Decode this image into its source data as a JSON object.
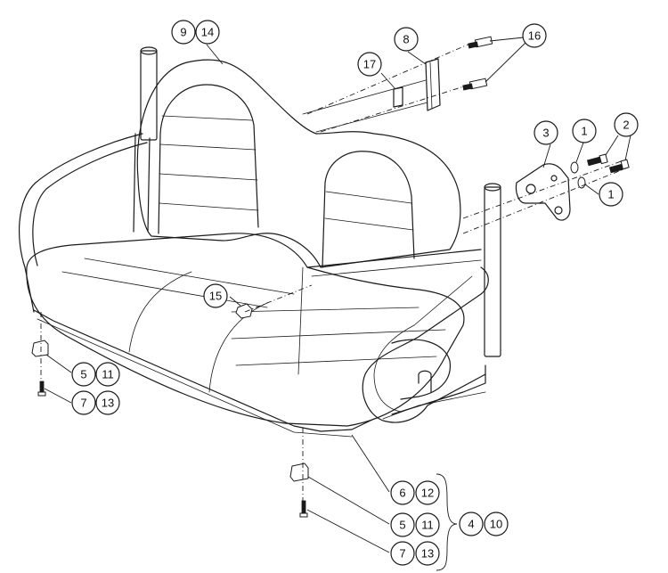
{
  "callouts": [
    {
      "id": "c-9",
      "label": "9"
    },
    {
      "id": "c-14",
      "label": "14"
    },
    {
      "id": "c-8",
      "label": "8"
    },
    {
      "id": "c-16",
      "label": "16"
    },
    {
      "id": "c-17",
      "label": "17"
    },
    {
      "id": "c-3",
      "label": "3"
    },
    {
      "id": "c-1a",
      "label": "1"
    },
    {
      "id": "c-2",
      "label": "2"
    },
    {
      "id": "c-1b",
      "label": "1"
    },
    {
      "id": "c-15",
      "label": "15"
    },
    {
      "id": "c-5a",
      "label": "5"
    },
    {
      "id": "c-11a",
      "label": "11"
    },
    {
      "id": "c-7a",
      "label": "7"
    },
    {
      "id": "c-13a",
      "label": "13"
    },
    {
      "id": "c-6",
      "label": "6"
    },
    {
      "id": "c-12",
      "label": "12"
    },
    {
      "id": "c-5b",
      "label": "5"
    },
    {
      "id": "c-11b",
      "label": "11"
    },
    {
      "id": "c-4",
      "label": "4"
    },
    {
      "id": "c-10",
      "label": "10"
    },
    {
      "id": "c-7b",
      "label": "7"
    },
    {
      "id": "c-13b",
      "label": "13"
    }
  ]
}
